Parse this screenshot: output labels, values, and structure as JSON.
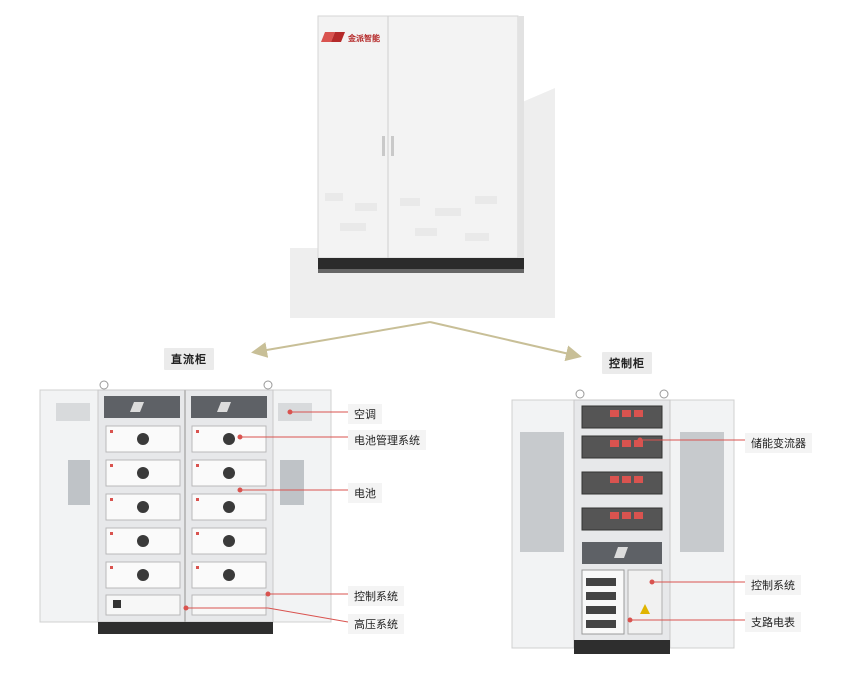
{
  "brand": {
    "logo_text": "金派智能"
  },
  "sections": {
    "dc_cabinet": {
      "title": "直流柜"
    },
    "control_cabinet": {
      "title": "控制柜"
    }
  },
  "dc_callouts": [
    {
      "label": "空调"
    },
    {
      "label": "电池管理系统"
    },
    {
      "label": "电池"
    },
    {
      "label": "控制系统"
    },
    {
      "label": "高压系统"
    }
  ],
  "control_callouts": [
    {
      "label": "储能变流器"
    },
    {
      "label": "控制系统"
    },
    {
      "label": "支路电表"
    }
  ],
  "colors": {
    "accent": "#d9534f",
    "arrow": "#c8bf97",
    "cabinet": "#f1f2f3",
    "label_bg": "#ebebeb"
  }
}
